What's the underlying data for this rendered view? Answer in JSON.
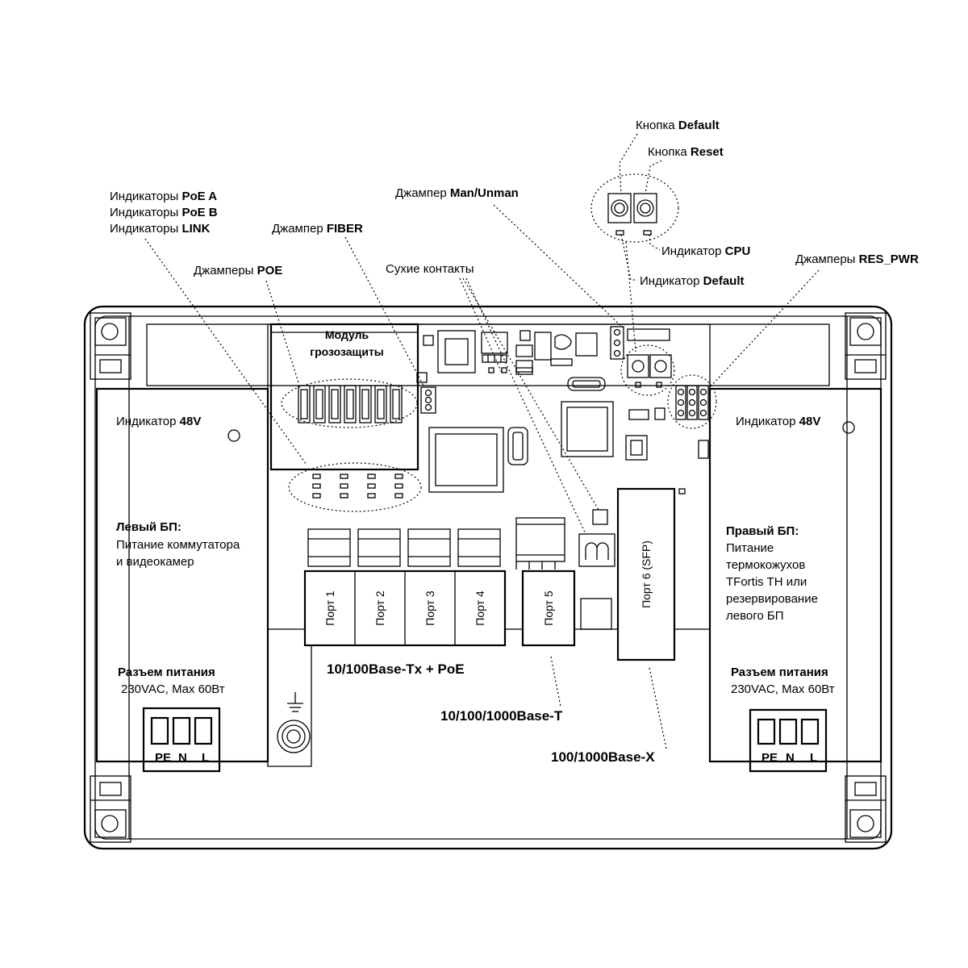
{
  "callouts": {
    "btn_default": {
      "prefix": "Кнопка ",
      "name": "Default"
    },
    "btn_reset": {
      "prefix": "Кнопка ",
      "name": "Reset"
    },
    "ind_cpu": {
      "prefix": "Индикатор ",
      "name": "CPU"
    },
    "ind_default": {
      "prefix": "Индикатор ",
      "name": "Default"
    },
    "jmp_res_pwr": {
      "prefix": "Джамперы ",
      "name": "RES_PWR"
    },
    "jmp_man": {
      "prefix": "Джампер ",
      "name": "Man/Unman"
    },
    "ind_poe_a": {
      "prefix": "Индикаторы ",
      "name": "PoE A"
    },
    "ind_poe_b": {
      "prefix": "Индикаторы ",
      "name": "PoE B"
    },
    "ind_link": {
      "prefix": "Индикаторы ",
      "name": "LINK"
    },
    "jmp_fiber": {
      "prefix": "Джампер ",
      "name": "FIBER"
    },
    "jmp_poe": {
      "prefix": "Джамперы ",
      "name": "POE"
    },
    "dry_contacts": {
      "prefix": "Сухие контакты",
      "name": ""
    },
    "surge_module": {
      "line1": "Модуль",
      "line2": "грозозащиты"
    }
  },
  "left_psu": {
    "indicator": {
      "prefix": "Индикатор ",
      "name": "48V"
    },
    "title": "Левый БП:",
    "desc": [
      "Питание коммутатора",
      "и видеокамер"
    ],
    "connector_title": "Разъем питания",
    "connector_spec": "230VAC, Max 60Вт",
    "terminals": [
      "PE",
      "N",
      "L"
    ]
  },
  "right_psu": {
    "indicator": {
      "prefix": "Индикатор ",
      "name": "48V"
    },
    "title": "Правый БП:",
    "desc": [
      "Питание",
      "термокожухов",
      "TFortis TH или",
      "резервирование",
      "левого БП"
    ],
    "connector_title": "Разъем питания",
    "connector_spec": "230VAC, Max 60Вт",
    "terminals": [
      "PE",
      "N",
      "L"
    ]
  },
  "ports": [
    "Порт 1",
    "Порт 2",
    "Порт 3",
    "Порт 4",
    "Порт 5",
    "Порт 6 (SFP)"
  ],
  "port_groups": {
    "poe": "10/100Base-Tx + PoE",
    "gig": "10/100/1000Base-T",
    "sfp": "100/1000Base-X"
  }
}
